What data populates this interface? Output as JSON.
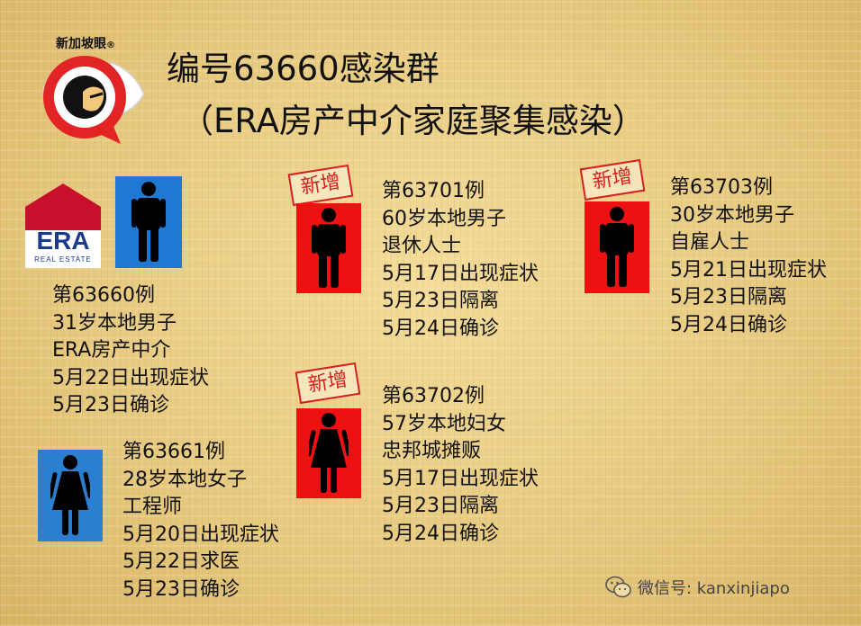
{
  "brand": {
    "name": "新加坡眼",
    "mark": "®"
  },
  "title": {
    "line1": "编号63660感染群",
    "line2": "（ERA房产中介家庭聚集感染）"
  },
  "era_logo": {
    "main": "ERA",
    "sub": "REAL ESTATE"
  },
  "stamp_label": "新增",
  "cases": [
    {
      "lines": [
        "第63660例",
        "31岁本地男子",
        "ERA房产中介",
        "5月22日出现症状",
        "5月23日确诊"
      ]
    },
    {
      "lines": [
        "第63661例",
        "28岁本地女子",
        "工程师",
        "5月20日出现症状",
        "5月22日求医",
        "5月23日确诊"
      ]
    },
    {
      "lines": [
        "第63701例",
        "60岁本地男子",
        "退休人士",
        "5月17日出现症状",
        "5月23日隔离",
        "5月24日确诊"
      ]
    },
    {
      "lines": [
        "第63702例",
        "57岁本地妇女",
        "忠邦城摊贩",
        "5月17日出现症状",
        "5月23日隔离",
        "5月24日确诊"
      ]
    },
    {
      "lines": [
        "第63703例",
        "30岁本地男子",
        "自雇人士",
        "5月21日出现症状",
        "5月23日隔离",
        "5月24日确诊"
      ]
    }
  ],
  "watermark": {
    "text": "微信号: kanxinjiapo",
    "icon": "wechat-icon"
  },
  "colors": {
    "known_case": "#1f78d1",
    "new_case": "#ee1111",
    "stamp": "#d61f1f",
    "era_red": "#c8102e",
    "era_blue": "#1a3a8c"
  }
}
